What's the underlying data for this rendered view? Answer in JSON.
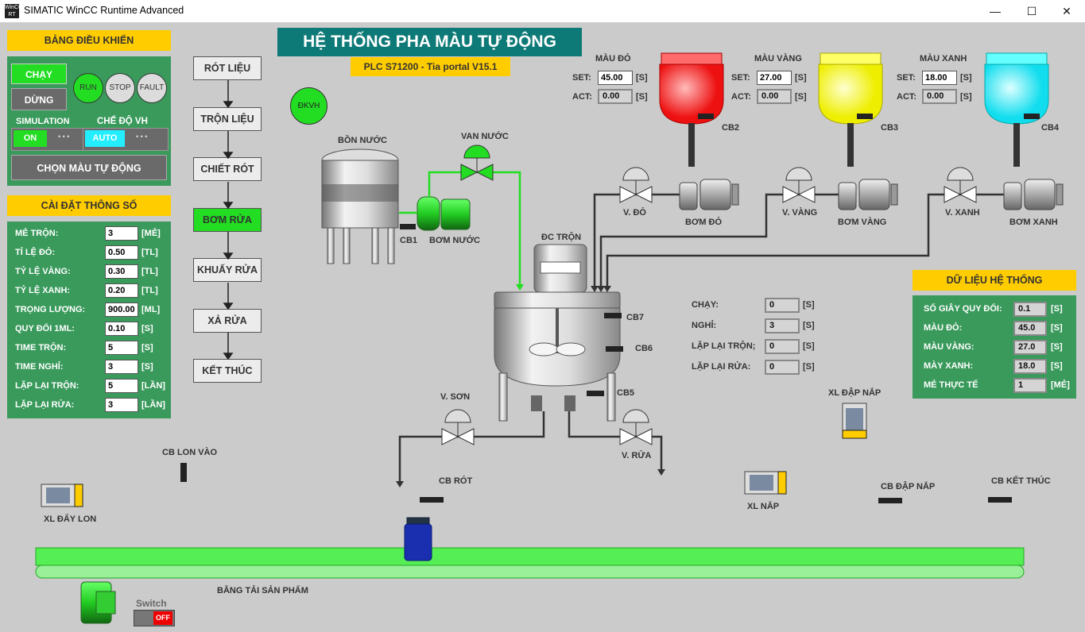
{
  "window": {
    "title": "SIMATIC WinCC Runtime Advanced",
    "icon_text": "WinCC RT",
    "minimize": "—",
    "maximize": "☐",
    "close": "✕"
  },
  "header": {
    "title": "HỆ THỐNG PHA MÀU TỰ ĐỘNG",
    "subtitle": "PLC S71200 - Tia portal V15.1"
  },
  "control_panel": {
    "title": "BẢNG ĐIỀU KHIỂN",
    "run_btn": "CHẠY",
    "stop_btn": "DỪNG",
    "run_lamp": "RUN",
    "stop_lamp": "STOP",
    "fault_lamp": "FAULT",
    "simulation_label": "SIMULATION",
    "simulation_state": "ON",
    "switch_dots": "• • •",
    "mode_label": "CHẾ ĐỘ VH",
    "mode_state": "AUTO",
    "auto_color_btn": "CHỌN MÀU TỰ ĐỘNG"
  },
  "settings": {
    "title": "CÀI ĐẶT THÔNG SỐ",
    "rows": [
      {
        "label": "MẺ TRỘN:",
        "value": "3",
        "unit": "[MẺ]"
      },
      {
        "label": "TỈ LỆ ĐỎ:",
        "value": "0.50",
        "unit": "[TL]"
      },
      {
        "label": "TỶ LỆ VÀNG:",
        "value": "0.30",
        "unit": "[TL]"
      },
      {
        "label": "TỶ LỆ XANH:",
        "value": "0.20",
        "unit": "[TL]"
      },
      {
        "label": "TRỌNG LƯỢNG:",
        "value": "900.00",
        "unit": "[ML]"
      },
      {
        "label": "QUY ĐỔI 1ML:",
        "value": "0.10",
        "unit": "[S]"
      },
      {
        "label": "TIME TRỘN:",
        "value": "5",
        "unit": "[S]"
      },
      {
        "label": "TIME NGHỈ:",
        "value": "3",
        "unit": "[S]"
      },
      {
        "label": "LẶP LẠI TRỘN:",
        "value": "5",
        "unit": "[LẦN]"
      },
      {
        "label": "LẶP LẠI RỬA:",
        "value": "3",
        "unit": "[LẦN]"
      }
    ]
  },
  "steps": [
    "RÓT LIỆU",
    "TRỘN LIỆU",
    "CHIẾT RÓT",
    "BƠM RỬA",
    "KHUẤY RỬA",
    "XẢ RỬA",
    "KẾT THÚC"
  ],
  "active_step": "BƠM RỬA",
  "dkvh": "ĐKVH",
  "colors": [
    {
      "name": "MÀU ĐỎ",
      "set_label": "SET:",
      "set": "45.00",
      "act_label": "ACT:",
      "act": "0.00",
      "unit": "[S]",
      "sensor": "CB2",
      "valve": "V. ĐỎ",
      "pump": "BƠM ĐỎ",
      "hex": "#ff3b3b"
    },
    {
      "name": "MÀU VÀNG",
      "set_label": "SET:",
      "set": "27.00",
      "act_label": "ACT:",
      "act": "0.00",
      "unit": "[S]",
      "sensor": "CB3",
      "valve": "V. VÀNG",
      "pump": "BƠM VÀNG",
      "hex": "#ffff33"
    },
    {
      "name": "MÀU XANH",
      "set_label": "SET:",
      "set": "18.00",
      "act_label": "ACT:",
      "act": "0.00",
      "unit": "[S]",
      "sensor": "CB4",
      "valve": "V. XANH",
      "pump": "BƠM XANH",
      "hex": "#33f0f0"
    }
  ],
  "process": {
    "water_tank": "BỒN NƯỚC",
    "water_valve": "VAN NƯỚC",
    "water_pump": "BƠM NƯỚC",
    "cb1": "CB1",
    "mixer_motor": "ĐC TRỘN",
    "cb5": "CB5",
    "cb6": "CB6",
    "cb7": "CB7",
    "v_son": "V. SƠN",
    "v_rua": "V. RỬA"
  },
  "timers": [
    {
      "label": "CHẠY:",
      "value": "0",
      "unit": "[S]"
    },
    {
      "label": "NGHỈ:",
      "value": "3",
      "unit": "[S]"
    },
    {
      "label": "LẶP LẠI TRỘN;",
      "value": "0",
      "unit": "[S]"
    },
    {
      "label": "LẶP LẠI RỬA:",
      "value": "0",
      "unit": "[S]"
    }
  ],
  "system_data": {
    "title": "DỮ LIỆU HỆ THỐNG",
    "rows": [
      {
        "label": "SỐ GIÂY QUY ĐỔI:",
        "value": "0.1",
        "unit": "[S]"
      },
      {
        "label": "MÀU ĐỎ:",
        "value": "45.0",
        "unit": "[S]"
      },
      {
        "label": "MÀU VÀNG:",
        "value": "27.0",
        "unit": "[S]"
      },
      {
        "label": "MÀY XANH:",
        "value": "18.0",
        "unit": "[S]"
      },
      {
        "label": "MẺ THỰC TẾ",
        "value": "1",
        "unit": "[MẺ]"
      }
    ]
  },
  "conveyor": {
    "xl_day_lon": "XL ĐẨY LON",
    "cb_lon_vao": "CB LON VÀO",
    "cb_rot": "CB RÓT",
    "xl_nap": "XL NẮP",
    "xl_dap_nap": "XL ĐẬP NẮP",
    "cb_dap_nap": "CB ĐẬP NẮP",
    "cb_ket_thuc": "CB KẾT THÚC",
    "belt_label": "BĂNG TẢI SẢN PHẨM",
    "switch_label": "Switch",
    "switch_state": "OFF"
  },
  "palette": {
    "green_panel": "#3a9a5c",
    "header_yellow": "#ffcc00",
    "title_teal": "#0e7a78",
    "active_green": "#22dd22",
    "belt_green": "#55ee55",
    "pipe_green": "#22dd22"
  }
}
